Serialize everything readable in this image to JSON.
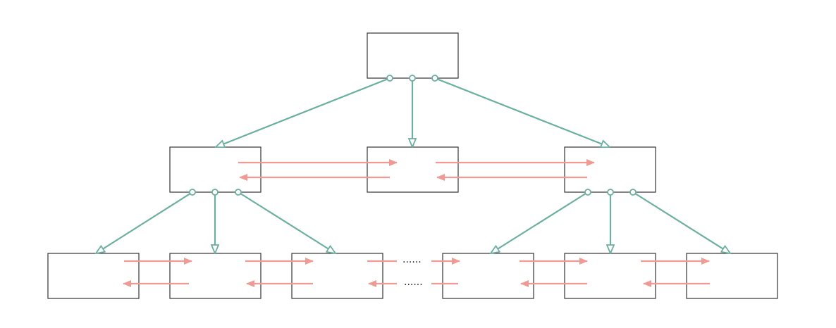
{
  "diagram": {
    "type": "tree-with-sibling-links",
    "description_visible": false,
    "colors": {
      "node_border": "#333333",
      "node_fill": "#ffffff",
      "child_link": "#6aafa0",
      "sibling_link": "#ef9a94",
      "text": "#222222"
    },
    "ellipsis": {
      "top": "......",
      "bottom": "......"
    },
    "levels": {
      "root_count": 1,
      "middle_count": 3,
      "leaf_count": 6,
      "leaf_gap_after_index": 2
    }
  }
}
